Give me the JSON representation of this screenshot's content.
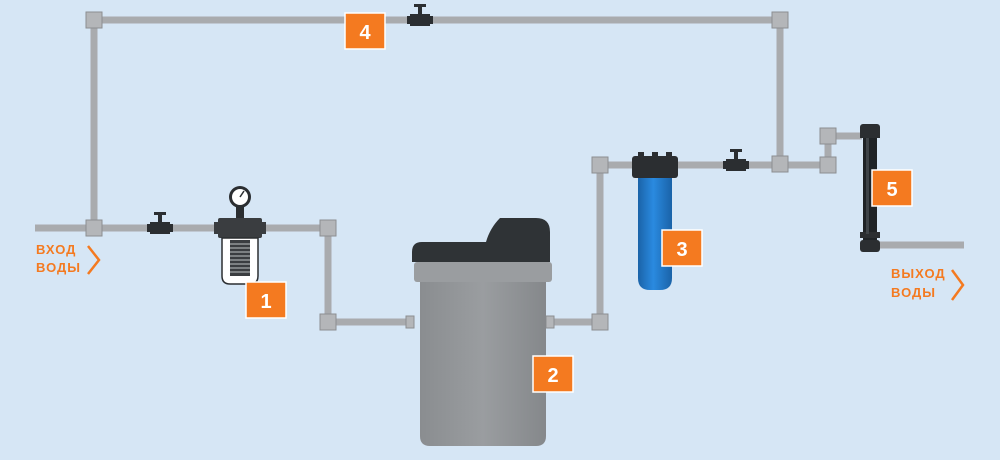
{
  "inlet": {
    "line1": "ВХОД",
    "line2": "ВОДЫ"
  },
  "outlet": {
    "line1": "ВЫХОД",
    "line2": "ВОДЫ"
  },
  "labels": {
    "prefilter": "1",
    "softener": "2",
    "cartridge_filter": "3",
    "bypass": "4",
    "uv_lamp": "5"
  },
  "colors": {
    "background": "#d6e6f5",
    "pipe": "#a9abae",
    "pipe_edge": "#8c8e91",
    "label_fill": "#f47a20",
    "label_text": "#ffffff",
    "arrow": "#f47a20",
    "softener_body": "#8e9194",
    "softener_lid": "#2f3336",
    "filter_blue": "#1f78c8",
    "valve": "#2b2e31"
  }
}
